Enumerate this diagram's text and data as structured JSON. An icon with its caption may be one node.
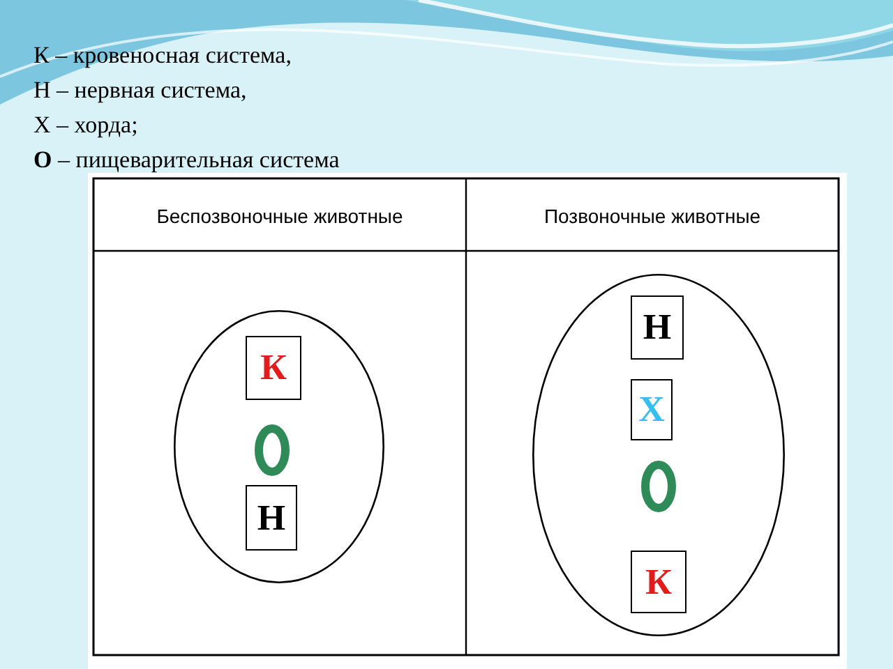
{
  "diagram": {
    "nodes": [
      {
        "text": [
          "Беспозвоночные животные"
        ]
      },
      {
        "text": [
          "Позвоночные животные"
        ]
      },
      {
        "text": [],
        "shape": "ellipse"
      },
      {
        "text": [
          "К"
        ],
        "in": 2
      },
      {
        "text": [],
        "shape": "circle",
        "in": 2
      },
      {
        "text": [
          "Н"
        ],
        "in": 2
      },
      {
        "text": [],
        "shape": "ellipse"
      },
      {
        "text": [
          "Н"
        ],
        "in": 6
      },
      {
        "text": [
          "Х"
        ],
        "in": 6
      },
      {
        "text": [],
        "shape": "circle",
        "in": 6
      },
      {
        "text": [
          "К"
        ],
        "in": 6
      }
    ],
    "labels": [
      "К – кровеносная система,",
      "Н – нервная система,",
      "Х – хорда;",
      "**О** – пищеварительная система"
    ]
  }
}
